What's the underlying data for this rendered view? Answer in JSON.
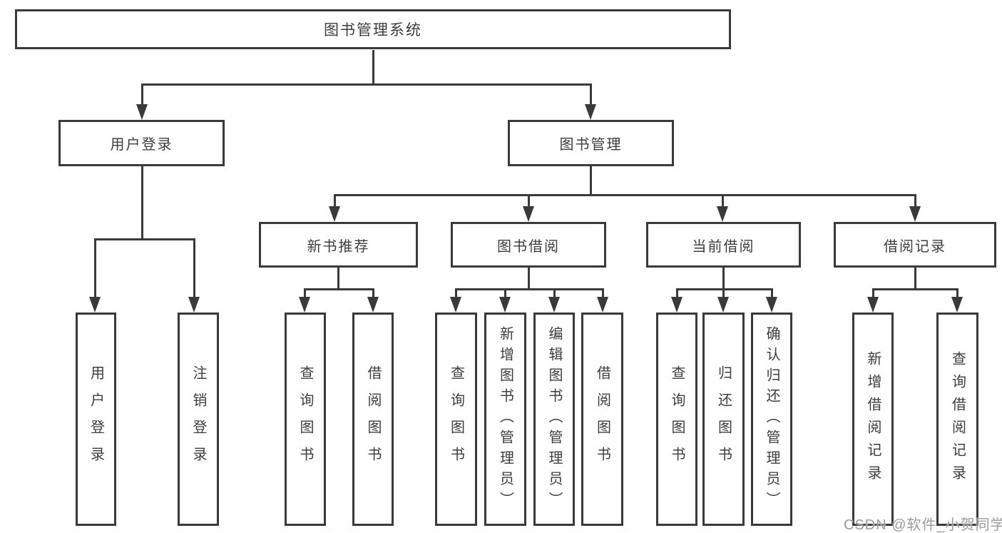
{
  "nodes": {
    "root": "图书管理系统",
    "user_login": "用户登录",
    "book_mgmt": "图书管理",
    "new_book_rec": "新书推荐",
    "book_borrow": "图书借阅",
    "current_borrow": "当前借阅",
    "borrow_records": "借阅记录",
    "leaf_user_login": "用户登录",
    "leaf_logout": "注销登录",
    "leaf_nbr_query": "查询图书",
    "leaf_nbr_borrow": "借阅图书",
    "leaf_bb_query": "查询图书",
    "leaf_bb_add": "新增图书（管理员）",
    "leaf_bb_edit": "编辑图书（管理员）",
    "leaf_bb_borrow": "借阅图书",
    "leaf_cb_query": "查询图书",
    "leaf_cb_return": "归还图书",
    "leaf_cb_confirm": "确认归还（管理员）",
    "leaf_br_add": "新增借阅记录",
    "leaf_br_query": "查询借阅记录"
  },
  "hierarchy": {
    "图书管理系统": {
      "用户登录": [
        "用户登录",
        "注销登录"
      ],
      "图书管理": {
        "新书推荐": [
          "查询图书",
          "借阅图书"
        ],
        "图书借阅": [
          "查询图书",
          "新增图书（管理员）",
          "编辑图书（管理员）",
          "借阅图书"
        ],
        "当前借阅": [
          "查询图书",
          "归还图书",
          "确认归还（管理员）"
        ],
        "借阅记录": [
          "新增借阅记录",
          "查询借阅记录"
        ]
      }
    }
  },
  "watermark": "CSDN @软件_小贺同学",
  "colors": {
    "line": "#3a3a3a",
    "text": "#3d3d3d",
    "background": "#ffffff",
    "watermark": "#9b9b9b"
  }
}
